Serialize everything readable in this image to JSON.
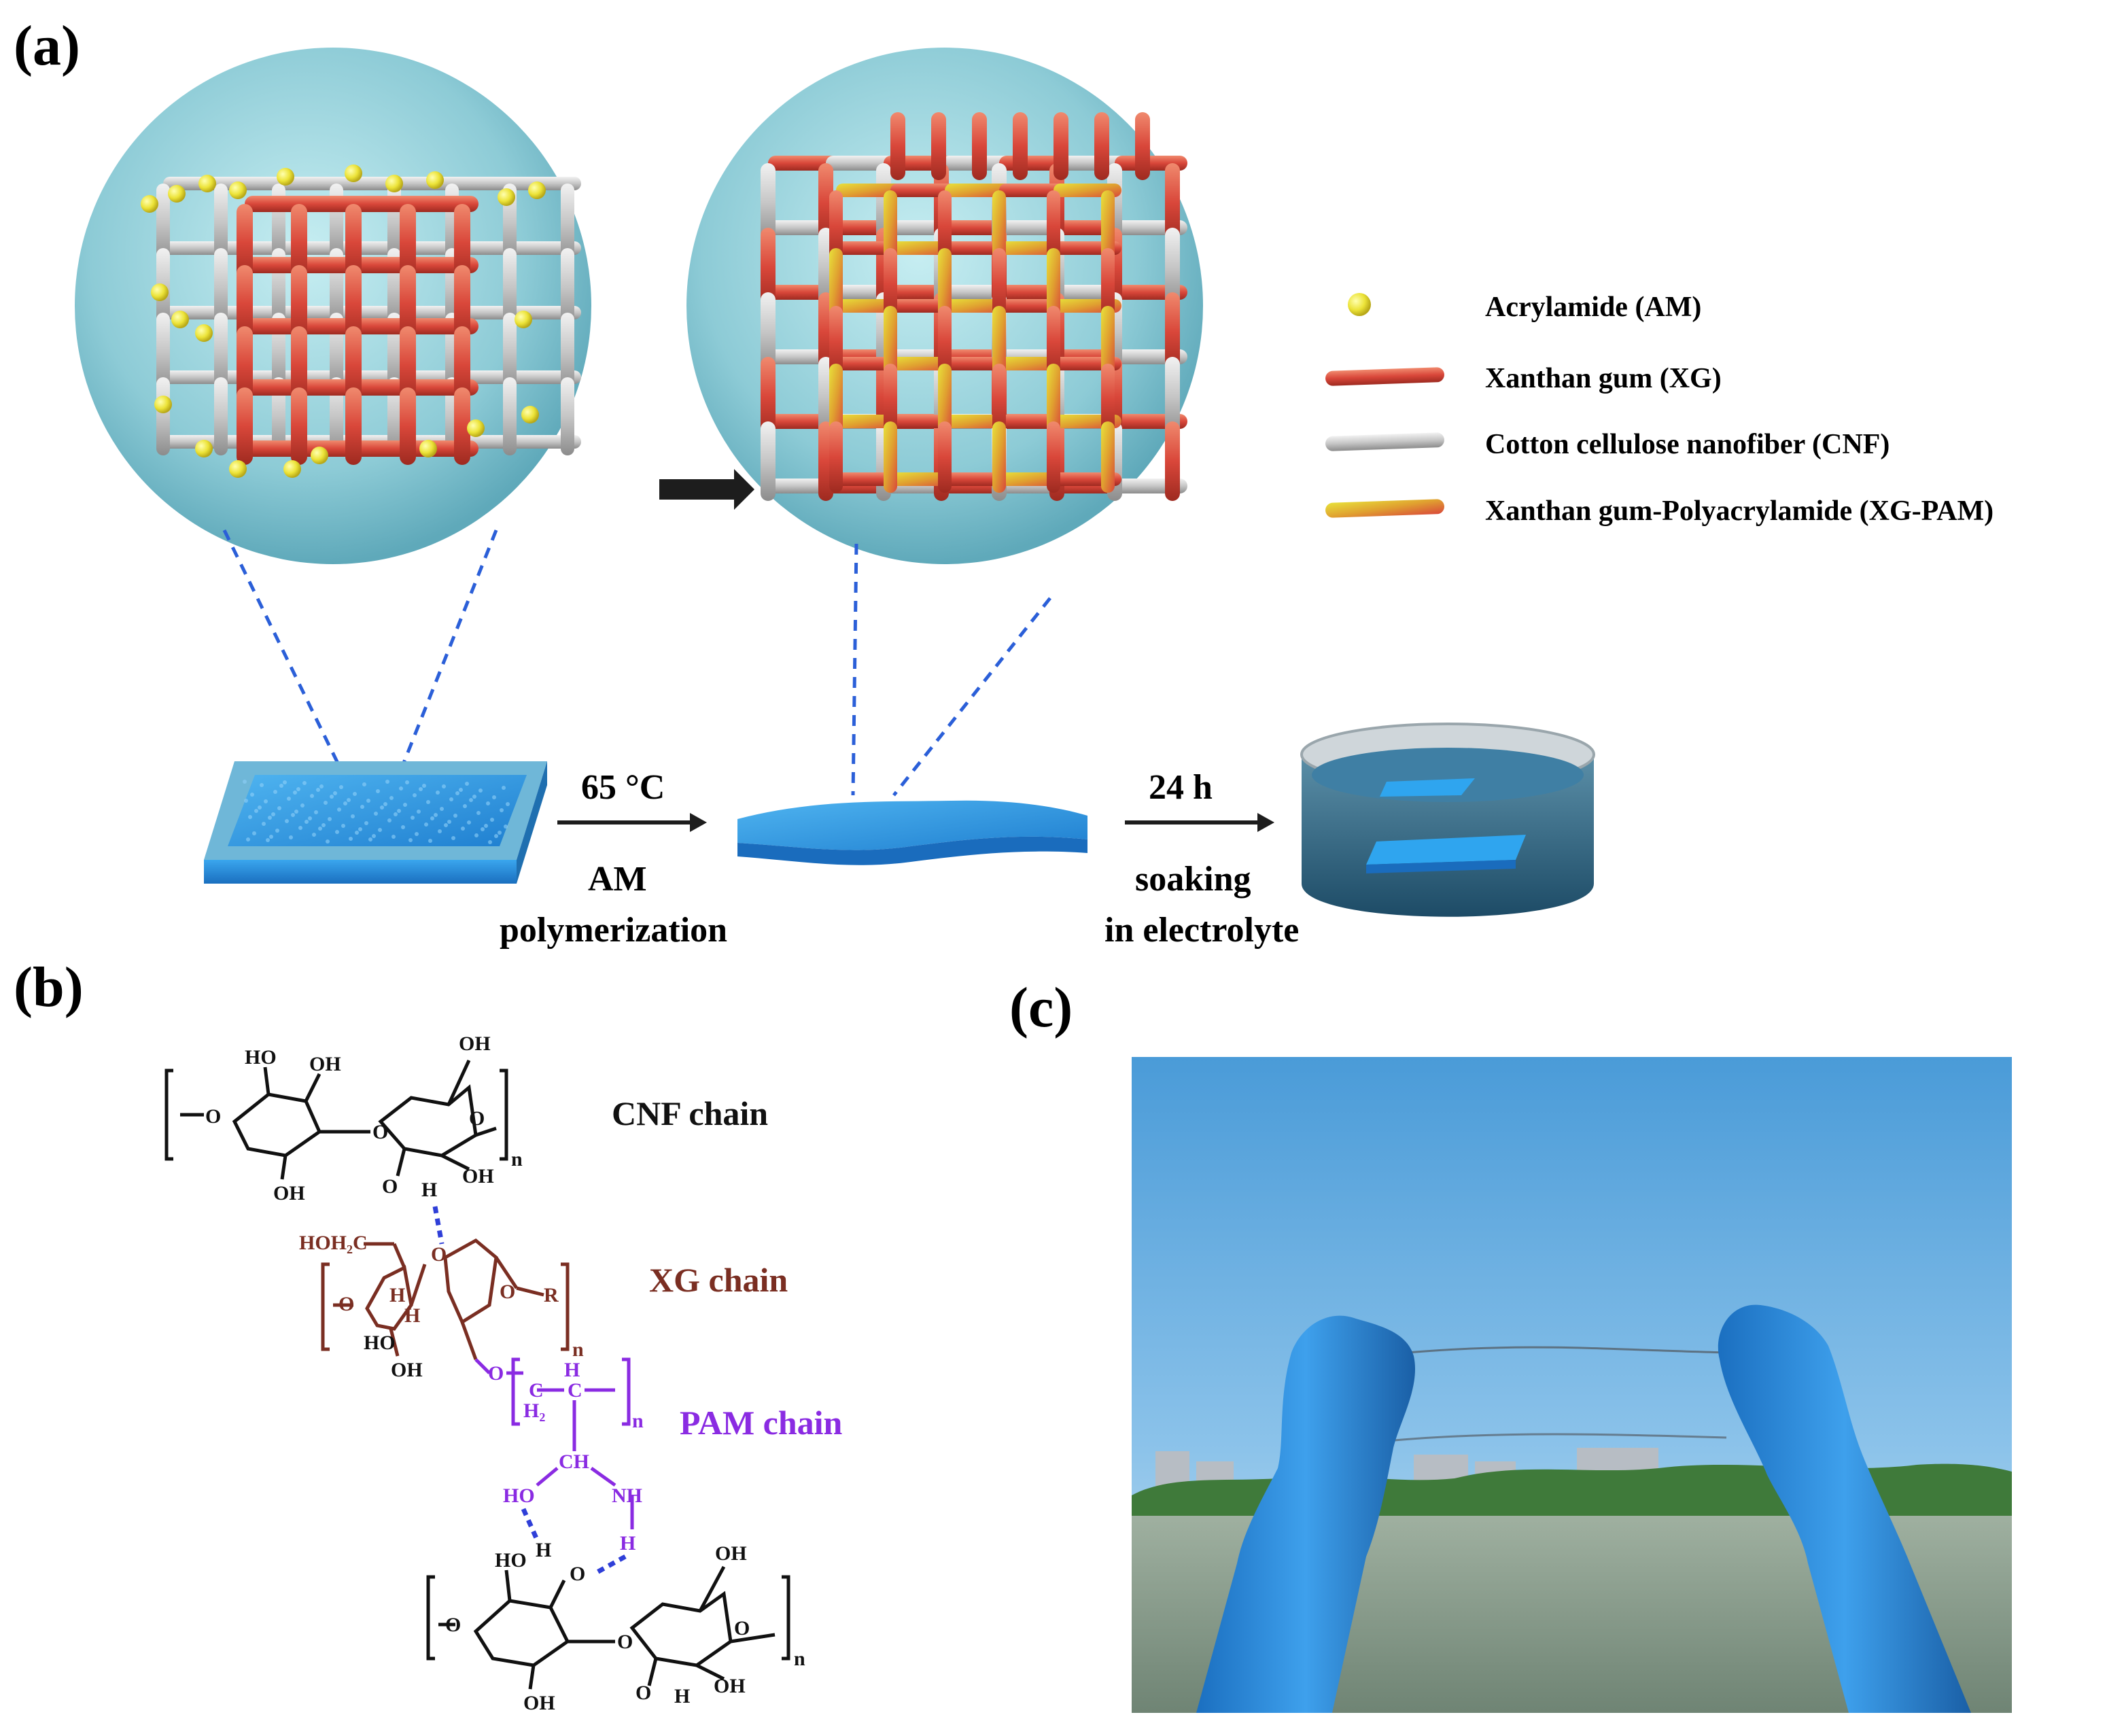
{
  "panels": {
    "a": "(a)",
    "b": "(b)",
    "c": "(c)"
  },
  "legend": [
    {
      "label": "Acrylamide (AM)",
      "shape": "sphere",
      "color": "#e8e23a"
    },
    {
      "label": "Xanthan gum (XG)",
      "shape": "rod",
      "color": "#d9473a"
    },
    {
      "label": "Cotton  cellulose  nanofiber (CNF)",
      "shape": "rod",
      "color": "#c9c9c9"
    },
    {
      "label": "Xanthan gum-Polyacrylamide (XG-PAM)",
      "shape": "rod",
      "color": "#e0a030"
    }
  ],
  "process": {
    "step1_top": "65 °C",
    "step1_bottom_1": "AM",
    "step1_bottom_2": "polymerization",
    "step2_top": "24 h",
    "step2_bottom_1": "soaking",
    "step2_bottom_2": "in electrolyte"
  },
  "chains": {
    "cnf": "CNF chain",
    "xg": "XG chain",
    "pam": "PAM chain"
  },
  "atoms": {
    "ho": "HO",
    "oh": "OH",
    "o": "O",
    "h": "H",
    "n": "n",
    "hoh2c": "HOH₂C",
    "r": "R",
    "c": "C",
    "ch": "CH",
    "h2": "H₂",
    "nh": "NH"
  },
  "colors": {
    "cnf_chain": "#111111",
    "xg_chain": "#7a2e22",
    "pam_chain": "#8a2be2",
    "hbond": "#2f3fd8",
    "gel": "#2f9be0",
    "sphere": "#9fd3dc",
    "lattice_red": "#d95a4e",
    "lattice_white": "#d8dce6"
  },
  "icons": [
    "sphere-icon",
    "rod-icon",
    "arrow-icon",
    "hydrogen-bond-icon"
  ]
}
